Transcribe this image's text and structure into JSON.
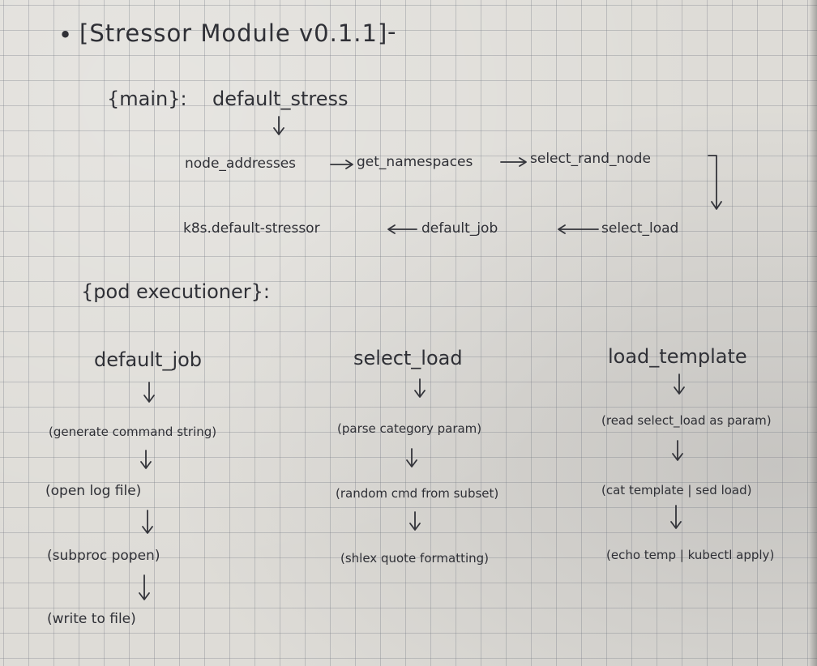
{
  "title": "[Stressor Module v0.1.1]",
  "main_section": {
    "header": "{main}:",
    "entry": "default_stress",
    "flow": [
      "node_addresses",
      "get_namespaces",
      "select_rand_node",
      "select_load",
      "default_job",
      "k8s.default-stressor"
    ]
  },
  "pod_section": {
    "header": "{pod executioner}:",
    "columns": [
      {
        "name": "default_job",
        "steps": [
          "(generate command string)",
          "(open log file)",
          "(subproc popen)",
          "(write to file)"
        ]
      },
      {
        "name": "select_load",
        "steps": [
          "(parse category param)",
          "(random cmd from subset)",
          "(shlex quote formatting)"
        ]
      },
      {
        "name": "load_template",
        "steps": [
          "(read select_load as param)",
          "(cat template | sed load)",
          "(echo temp | kubectl apply)"
        ]
      }
    ]
  }
}
